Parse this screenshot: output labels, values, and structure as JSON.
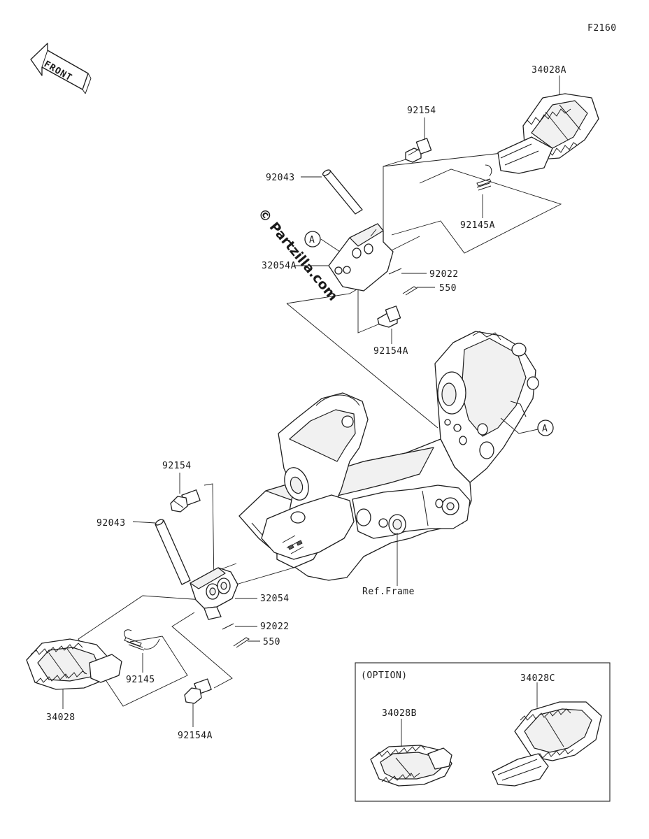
{
  "diagram": {
    "code": "F2160",
    "front_label": "FRONT",
    "watermark": "© Partzilla.com",
    "callouts": {
      "a_top": "A",
      "a_frame": "A"
    },
    "parts": {
      "p34028A": "34028A",
      "p92154_top": "92154",
      "p92043_top": "92043",
      "p92145A": "92145A",
      "p32054A": "32054A",
      "p92022_top": "92022",
      "p550_top": "550",
      "p92154A_top": "92154A",
      "p92154_bot": "92154",
      "p92043_bot": "92043",
      "p32054": "32054",
      "p92022_bot": "92022",
      "p550_bot": "550",
      "p92145": "92145",
      "p34028": "34028",
      "p92154A_bot": "92154A",
      "ref_frame": "Ref.Frame"
    },
    "option_box": {
      "title": "(OPTION)",
      "p34028B": "34028B",
      "p34028C": "34028C"
    }
  }
}
